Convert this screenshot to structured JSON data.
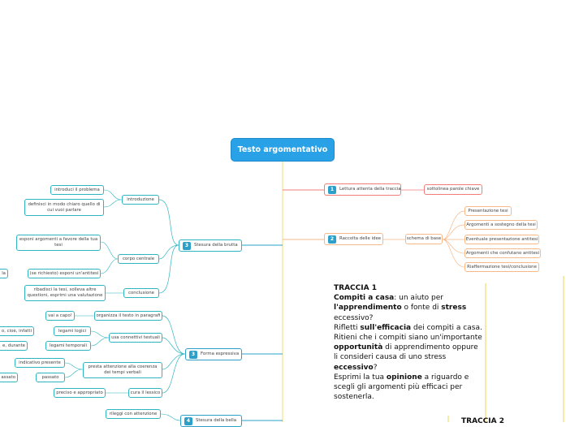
{
  "root": {
    "title": "Testo argomentativo"
  },
  "branches": {
    "b1": {
      "num": "1",
      "label": "Lettura attenta della traccia",
      "children": [
        "sottolinea parole chiave"
      ]
    },
    "b2": {
      "num": "2",
      "label": "Raccolta delle idee",
      "sub": "schema di base",
      "children": [
        "Presentazione tesi",
        "Argomenti a sostegno della tesi",
        "Eventuale presentazione antitesi",
        "Argomenti che confutano antitesi",
        "Riaffermazione tesi/conclusione"
      ]
    },
    "b3": {
      "num": "3",
      "label": "Stesura della brutta",
      "introduzione": {
        "label": "introduzione",
        "items": [
          "introduci il problema",
          "definisci in modo chiaro quello di cui vuoi parlare"
        ]
      },
      "corpo": {
        "label": "corpo centrale",
        "items": [
          "esponi argomenti a favore della tua tesi",
          "(se richiesto) esponi un'antitesi",
          "la"
        ]
      },
      "conclusione": {
        "label": "conclusione",
        "items": [
          "ribadisci la tesi, solleva altre questioni, esprimi una valutazione"
        ]
      }
    },
    "b4": {
      "num": "3",
      "label": "Forma espressiva",
      "paragrafi": {
        "label": "organizza il testo in paragrafi",
        "items": [
          "vai a capo!"
        ]
      },
      "connettivi": {
        "label": "usa connettivi testuali",
        "items": [
          {
            "label": "legami logici",
            "leaf": "o, cioè, infatti"
          },
          {
            "label": "legami temporali",
            "leaf": "e, durante"
          }
        ]
      },
      "coerenza": {
        "label": "presta attenzione alla coerenza dei tempi verbali",
        "items": [
          "indicativo presente",
          "passato"
        ],
        "leaf": "assato"
      },
      "lessico": {
        "label": "cura il lessico",
        "items": [
          "preciso e appropriato"
        ]
      }
    },
    "b5": {
      "num": "4",
      "label": "Stesura della bella",
      "items": [
        "rileggi con attenzione"
      ]
    }
  },
  "traccia1": {
    "heading": "TRACCIA 1",
    "paragraph1": [
      {
        "t": "Compiti a casa",
        "b": true
      },
      {
        "t": ": un aiuto per ",
        "b": false
      },
      {
        "t": "l'apprendimento",
        "b": true
      },
      {
        "t": " o fonte di ",
        "b": false
      },
      {
        "t": "stress",
        "b": true
      },
      {
        "t": " eccessivo?",
        "b": false
      }
    ],
    "paragraph2": [
      {
        "t": "Rifletti ",
        "b": false
      },
      {
        "t": "sull'efficacia",
        "b": true
      },
      {
        "t": " dei compiti a casa. Ritieni che i compiti siano un'importante ",
        "b": false
      },
      {
        "t": "opportunità",
        "b": true
      },
      {
        "t": " di apprendimento oppure li consideri causa di uno stress ",
        "b": false
      },
      {
        "t": "eccessivo",
        "b": true
      },
      {
        "t": "?",
        "b": false
      }
    ],
    "paragraph3": [
      {
        "t": " Esprimi la tua ",
        "b": false
      },
      {
        "t": "opinione",
        "b": true
      },
      {
        "t": " a riguardo e scegli gli argomenti più efficaci per sostenerla.",
        "b": false
      }
    ]
  },
  "traccia2": {
    "heading": "TRACCIA 2"
  },
  "colors": {
    "root": "#29a1e6",
    "red": "#f07c7c",
    "orange": "#f6b98a",
    "teal": "#2fb5c0",
    "blue": "#2ca0c8",
    "yellow": "#f3e48a"
  }
}
